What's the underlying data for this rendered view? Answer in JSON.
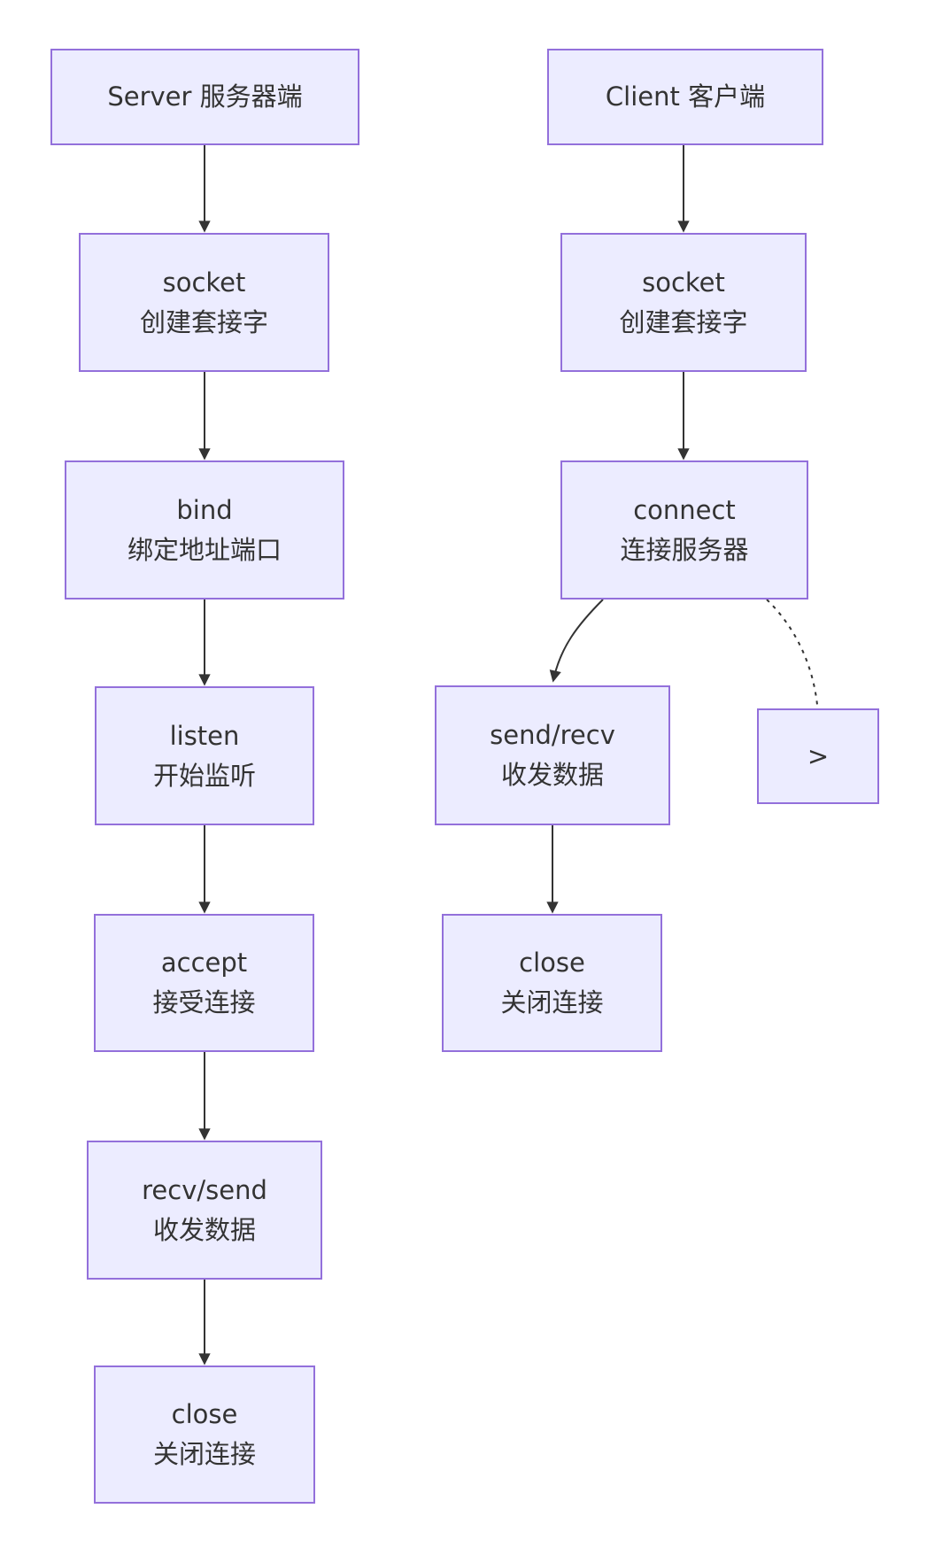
{
  "diagram": {
    "title_semantics": "TCP socket programming flow: server vs client",
    "nodes": {
      "server_title": {
        "label": "Server 服务器端"
      },
      "server_socket": {
        "line1": "socket",
        "line2": "创建套接字"
      },
      "server_bind": {
        "line1": "bind",
        "line2": "绑定地址端口"
      },
      "server_listen": {
        "line1": "listen",
        "line2": "开始监听"
      },
      "server_accept": {
        "line1": "accept",
        "line2": "接受连接"
      },
      "server_recv_send": {
        "line1": "recv/send",
        "line2": "收发数据"
      },
      "server_close": {
        "line1": "close",
        "line2": "关闭连接"
      },
      "client_title": {
        "label": "Client 客户端"
      },
      "client_socket": {
        "line1": "socket",
        "line2": "创建套接字"
      },
      "client_connect": {
        "line1": "connect",
        "line2": "连接服务器"
      },
      "client_send_recv": {
        "line1": "send/recv",
        "line2": "收发数据"
      },
      "client_close": {
        "line1": "close",
        "line2": "关闭连接"
      },
      "arrow_label_box": {
        "label": ">"
      }
    },
    "edges": [
      "server_title -> server_socket",
      "server_socket -> server_bind",
      "server_bind -> server_listen",
      "server_listen -> server_accept",
      "server_accept -> server_recv_send",
      "server_recv_send -> server_close",
      "client_title -> client_socket",
      "client_socket -> client_connect",
      "client_connect -> client_send_recv",
      "client_send_recv -> client_close",
      "client_connect -. arrow_label_box (dotted, no arrowhead)"
    ]
  },
  "colors": {
    "node_fill": "#ECECFF",
    "node_border": "#9370DB",
    "edge": "#333333",
    "text": "#333333",
    "bg": "#ffffff"
  }
}
